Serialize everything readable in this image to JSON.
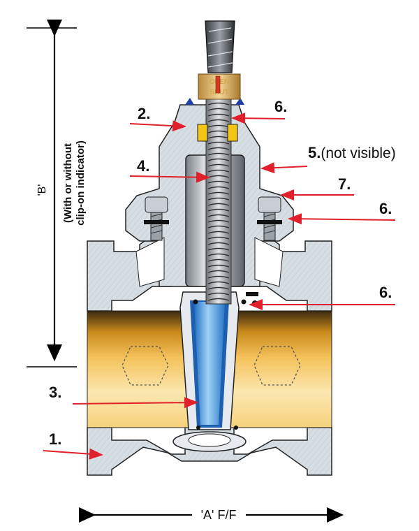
{
  "callouts": {
    "body": "1.",
    "bonnet": "2.",
    "wedge": "3.",
    "stem": "4.",
    "thrust_number": "5.",
    "thrust_note": "(not visible)",
    "seal_top": "6.",
    "seal_bolt": "6.",
    "seal_wedge": "6.",
    "bolt_cover": "7."
  },
  "dimensions": {
    "height_label": "'B'",
    "height_note_line1": "(With or without",
    "height_note_line2": "clip-on indicator)",
    "width_label": "'A' F/F"
  },
  "cap_text": {
    "line1": "OPEN",
    "line2": "SHUT"
  },
  "colors": {
    "arrow": "#e0202a",
    "body": "#cfd8de",
    "pipe_gold": "#e8a020",
    "wedge_blue": "#4aa0e8"
  }
}
